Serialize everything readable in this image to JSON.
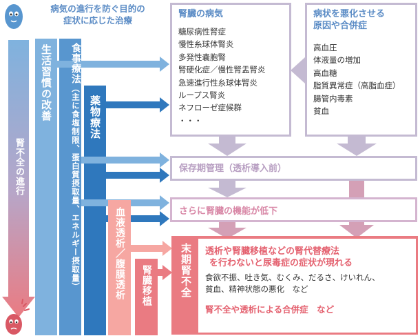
{
  "top_caption": [
    "病気の進行を防ぐ目的の",
    "症状に応じた治療"
  ],
  "progression_label": "腎不全の進行",
  "columns": {
    "lifestyle": "生活習慣の改善",
    "diet": "食事療法",
    "diet_detail": "（主に食塩制限、蛋白質摂取量、エネルギー摂取量）",
    "medication": "薬物療法",
    "dialysis": "血液透析／腹膜透析",
    "transplant": "腎臓移植"
  },
  "kidney_disease": {
    "title": "腎臓の病気",
    "items": [
      "糖尿病性腎症",
      "慢性糸球体腎炎",
      "多発性嚢胞腎",
      "腎硬化症／慢性腎盂腎炎",
      "急速進行性糸球体腎炎",
      "ループス腎炎",
      "ネフローゼ症候群",
      "・・・"
    ]
  },
  "aggravating": {
    "title": [
      "病状を悪化させる",
      "原因や合併症"
    ],
    "items": [
      "高血圧",
      "体液量の増加",
      "高血糖",
      "脂質異常症（高脂血症）",
      "腸管内毒素",
      "貧血"
    ]
  },
  "stages": {
    "conservative": "保存期管理（透析導入前）",
    "decline": "さらに腎臓の機能が低下",
    "end_stage": "末期腎不全"
  },
  "end_stage_detail": {
    "headline": [
      "透析や腎臓移植などの腎代替療法",
      "を行わないと尿毒症の症状が現れる"
    ],
    "symptoms": [
      "食欲不振、吐き気、むくみ、だるさ、けいれん、",
      "貧血、精神状態の悪化　など"
    ],
    "complications": "腎不全や透析による合併症　など"
  },
  "colors": {
    "light_blue": "#7fb2de",
    "mid_blue": "#5896cf",
    "dark_blue": "#2f78bd",
    "lavender": "#c4bad2",
    "pink_light": "#f6a7a2",
    "pink": "#ea7b82",
    "pink_dark": "#e4616f",
    "header_blue": "#5a8bc5"
  }
}
